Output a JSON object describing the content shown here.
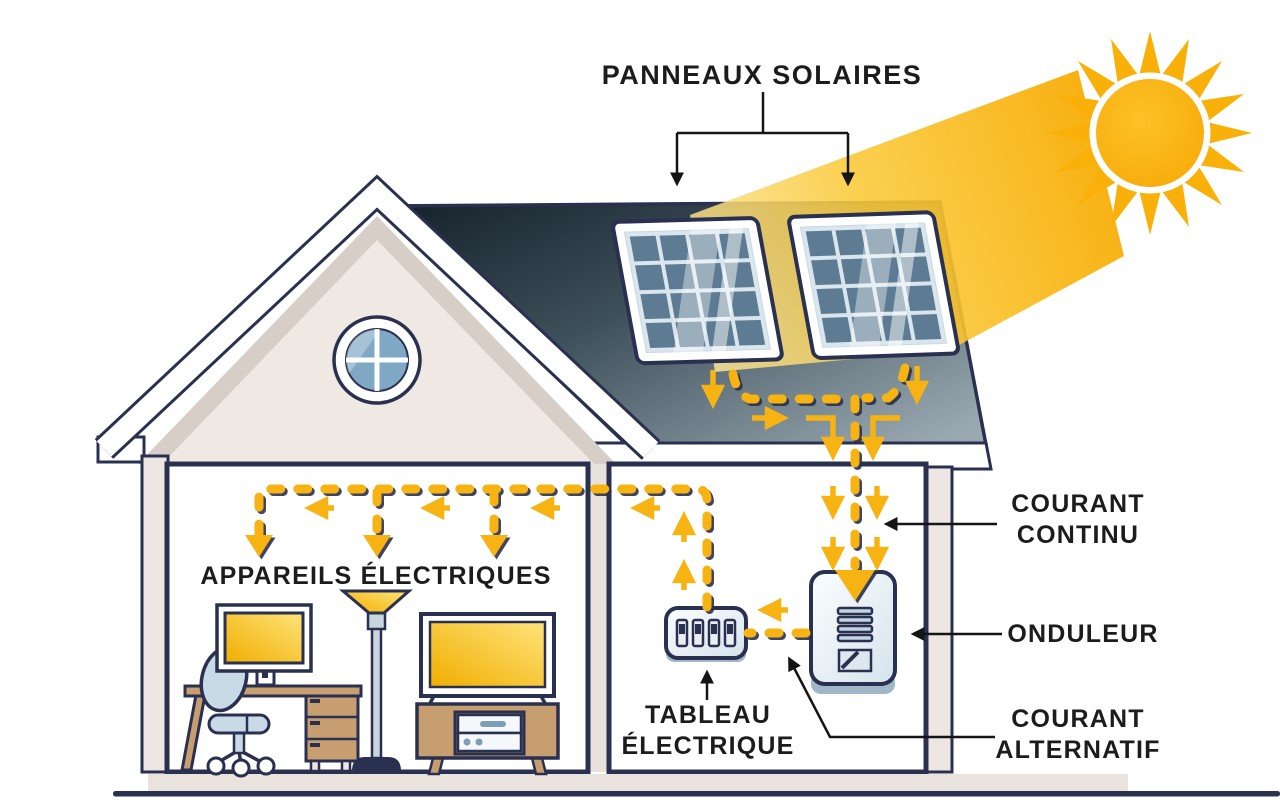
{
  "diagram": {
    "title": "PANNEAUX SOLAIRES",
    "labels": {
      "solar_panels": "PANNEAUX SOLAIRES",
      "dc_current_line1": "COURANT",
      "dc_current_line2": "CONTINU",
      "inverter": "ONDULEUR",
      "ac_current_line1": "COURANT",
      "ac_current_line2": "ALTERNATIF",
      "electrical_panel_line1": "TABLEAU",
      "electrical_panel_line2": "ÉLECTRIQUE",
      "appliances": "APPAREILS ÉLECTRIQUES"
    },
    "colors": {
      "accent_yellow": "#F7B312",
      "sun_orange": "#F9B109",
      "beam_light": "#FDEDB2",
      "outline_navy": "#2A3050",
      "roof_dark": "#17222B",
      "roof_light": "#93A3AB",
      "wall_beige": "#EDE6E2",
      "wall_shade": "#D8CEC8",
      "wood_tan": "#C79E6F",
      "panel_cell_blue": "#5D7C93",
      "panel_grid_light": "#D9E6ED",
      "device_blue": "#C9DAE7",
      "screen_yellow_deep": "#F0AE00",
      "screen_yellow_light": "#FFE37A",
      "text_black": "#1C1C1C",
      "background": "#FFFFFF"
    },
    "icons": [
      "sun-icon",
      "light-beam",
      "solar-panel-icon",
      "round-window-icon",
      "house-icon",
      "inverter-icon",
      "breaker-panel-icon",
      "monitor-icon",
      "desk-icon",
      "office-chair-icon",
      "floor-lamp-icon",
      "tv-icon",
      "tv-stand-icon",
      "flow-dashed-wire",
      "flow-arrow-icon",
      "pointer-arrow-icon"
    ]
  }
}
